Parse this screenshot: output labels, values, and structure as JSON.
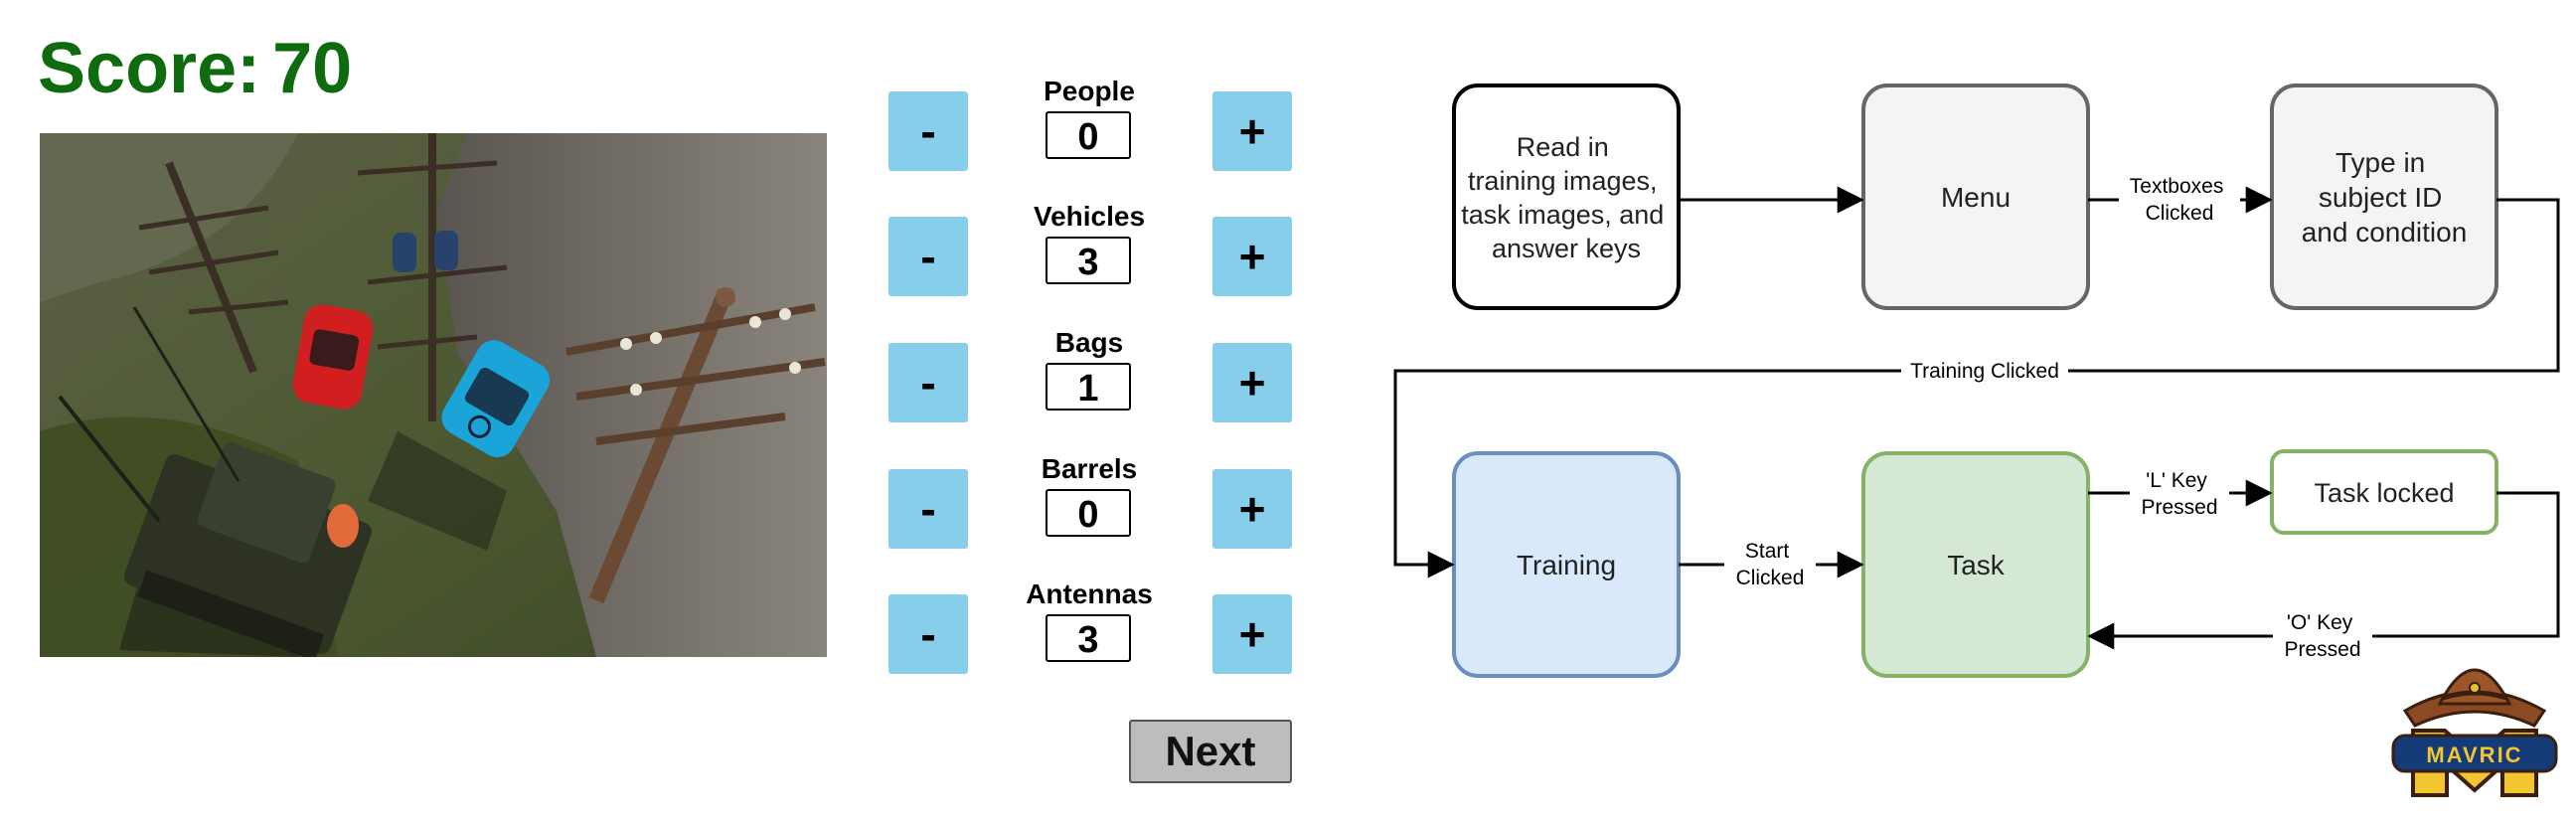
{
  "score": {
    "label": "Score:",
    "value": "70"
  },
  "scene": {
    "description_icon": "scene-image"
  },
  "counters": [
    {
      "label": "People",
      "value": "0"
    },
    {
      "label": "Vehicles",
      "value": "3"
    },
    {
      "label": "Bags",
      "value": "1"
    },
    {
      "label": "Barrels",
      "value": "0"
    },
    {
      "label": "Antennas",
      "value": "3"
    }
  ],
  "buttons": {
    "minus": "-",
    "plus": "+",
    "next": "Next"
  },
  "flow": {
    "nodes": {
      "read_in": [
        "Read in",
        "training images,",
        "task images, and",
        "answer keys"
      ],
      "menu": "Menu",
      "type_in": [
        "Type in",
        "subject ID",
        "and condition"
      ],
      "training": "Training",
      "task": "Task",
      "task_locked": "Task locked"
    },
    "edges": {
      "textboxes": [
        "Textboxes",
        "Clicked"
      ],
      "training_clicked": "Training Clicked",
      "start": [
        "Start",
        "Clicked"
      ],
      "l_key": [
        "'L' Key",
        "Pressed"
      ],
      "o_key": [
        "'O' Key",
        "Pressed"
      ]
    },
    "colors": {
      "gray_fill": "#f4f4f4",
      "gray_border": "#666666",
      "blue_fill": "#dae8fc",
      "blue_border": "#6c8ebf",
      "green_fill": "#d5e8d4",
      "green_border": "#82b366"
    }
  },
  "logo": {
    "text": "MAVRIC",
    "letter": "M"
  },
  "colors": {
    "score": "#0e6b0e",
    "stepper": "#87ceeb",
    "next": "#bdbdbd"
  }
}
